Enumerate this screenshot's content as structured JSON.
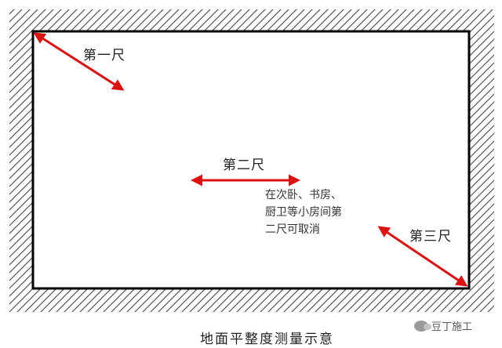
{
  "diagram": {
    "rulers": [
      {
        "label": "第一尺"
      },
      {
        "label": "第二尺"
      },
      {
        "label": "第三尺"
      }
    ],
    "note_lines": [
      "在次卧、书房、",
      "厨卫等小房间第",
      "二尺可取消"
    ],
    "caption": "地面平整度测量示意",
    "arrow_color": "#dd1111",
    "wall_color": "#000000"
  },
  "watermark": {
    "text": "豆丁施工",
    "icon": "wechat-icon"
  }
}
